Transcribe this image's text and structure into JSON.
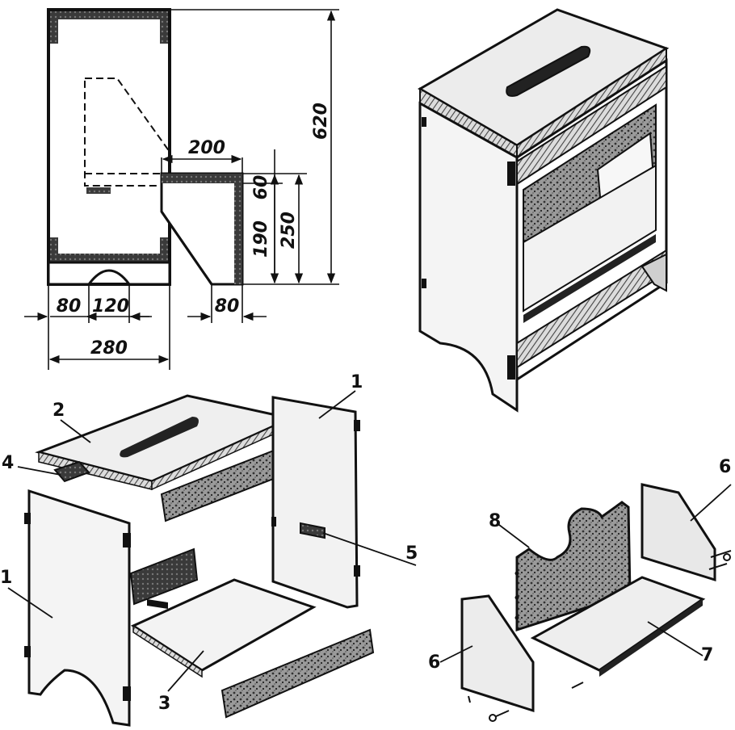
{
  "dimensions": {
    "overall_height": "620",
    "step_width": "200",
    "step_height": "250",
    "step_top_board": "60",
    "step_lower": "190",
    "bottom_offset": "80",
    "arch_width": "120",
    "step_base": "80",
    "overall_width": "280"
  },
  "callouts": {
    "part_1_left": "1",
    "part_1_right": "1",
    "part_2": "2",
    "part_3": "3",
    "part_4": "4",
    "part_5": "5",
    "part_6_right": "6",
    "part_6_left": "6",
    "part_7": "7",
    "part_8": "8"
  },
  "colors": {
    "ink": "#111111",
    "hatch": "#555555",
    "paper": "#ffffff",
    "panel": "#e6e6e6"
  }
}
